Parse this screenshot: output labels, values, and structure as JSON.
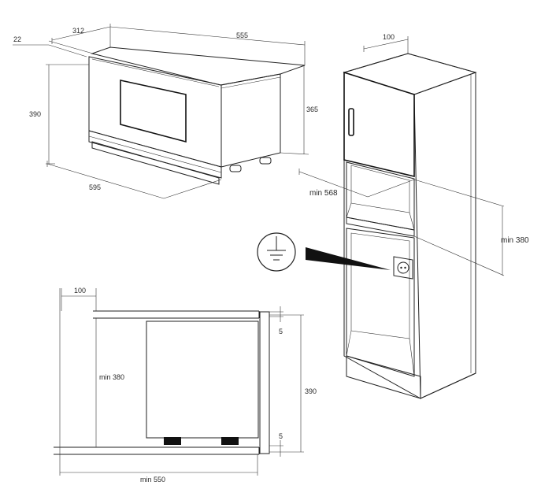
{
  "oven_dims": {
    "d22": "22",
    "d312": "312",
    "d555": "555",
    "d390": "390",
    "d365": "365",
    "d595": "595"
  },
  "cabinet_dims": {
    "d100": "100",
    "min568": "min 568",
    "min380": "min 380"
  },
  "section_dims": {
    "d100": "100",
    "min380": "min 380",
    "d5_top": "5",
    "d390": "390",
    "d5_bottom": "5",
    "min550": "min 550"
  },
  "icons": {
    "ground": "ground-symbol-icon",
    "socket": "power-socket-icon"
  }
}
